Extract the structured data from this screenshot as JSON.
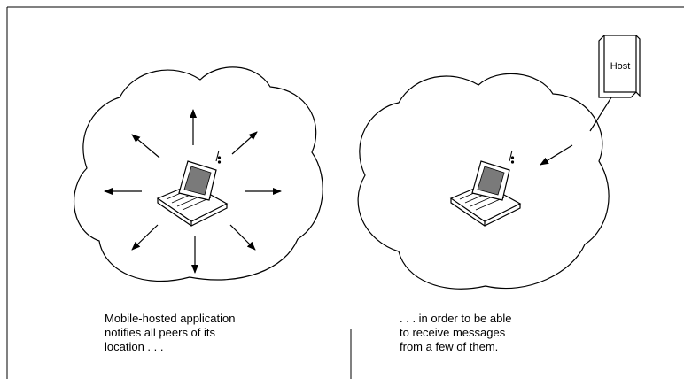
{
  "panels": [
    {
      "id": "broadcast",
      "caption_lines": [
        "Mobile-hosted application",
        "notifies all peers of its",
        "location . . ."
      ]
    },
    {
      "id": "receive",
      "caption_lines": [
        ". . . in order to be able",
        "to receive messages",
        "from a few of them."
      ],
      "host_label": "Host"
    }
  ],
  "icons": [
    "cloud-icon",
    "laptop-icon",
    "antenna-icon",
    "host-computer-icon",
    "arrow-icon"
  ],
  "colors": {
    "stroke": "#000000",
    "background": "#ffffff",
    "screen": "#7a7a7a"
  }
}
